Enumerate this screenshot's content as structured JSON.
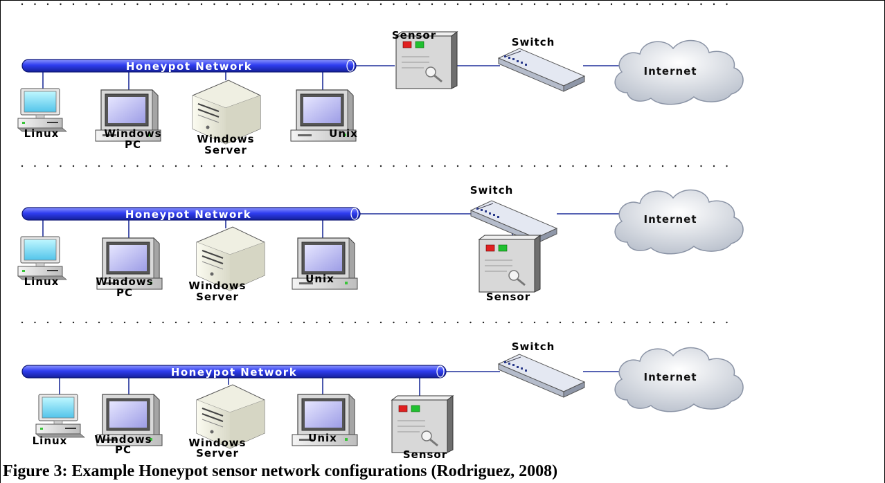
{
  "figure": {
    "caption": "Figure 3: Example Honeypot sensor network configurations (Rodriguez, 2008)"
  },
  "configurations": [
    {
      "network_label": "Honeypot Network",
      "hosts": [
        {
          "lines": [
            "Linux"
          ],
          "icon": "desktop-icon"
        },
        {
          "lines": [
            "Windows",
            "PC"
          ],
          "icon": "workstation-icon"
        },
        {
          "lines": [
            "Windows",
            "Server"
          ],
          "icon": "server-tower-icon"
        },
        {
          "lines": [
            "Unix"
          ],
          "icon": "workstation-icon"
        }
      ],
      "sensor_label": "Sensor",
      "switch_label": "Switch",
      "internet_label": "Internet"
    },
    {
      "network_label": "Honeypot Network",
      "hosts": [
        {
          "lines": [
            "Linux"
          ],
          "icon": "desktop-icon"
        },
        {
          "lines": [
            "Windows",
            "PC"
          ],
          "icon": "workstation-icon"
        },
        {
          "lines": [
            "Windows",
            "Server"
          ],
          "icon": "server-tower-icon"
        },
        {
          "lines": [
            "Unix"
          ],
          "icon": "workstation-icon"
        }
      ],
      "sensor_label": "Sensor",
      "switch_label": "Switch",
      "internet_label": "Internet"
    },
    {
      "network_label": "Honeypot Network",
      "hosts": [
        {
          "lines": [
            "Linux"
          ],
          "icon": "desktop-icon"
        },
        {
          "lines": [
            "Windows",
            "PC"
          ],
          "icon": "workstation-icon"
        },
        {
          "lines": [
            "Windows",
            "Server"
          ],
          "icon": "server-tower-icon"
        },
        {
          "lines": [
            "Unix"
          ],
          "icon": "workstation-icon"
        }
      ],
      "sensor_label": "Sensor",
      "switch_label": "Switch",
      "internet_label": "Internet"
    }
  ],
  "colors": {
    "network_bar": "#2f3df0",
    "link_line": "#1f2f9a",
    "screen": "#c9c9f5",
    "cloud": "#dde2ea"
  }
}
